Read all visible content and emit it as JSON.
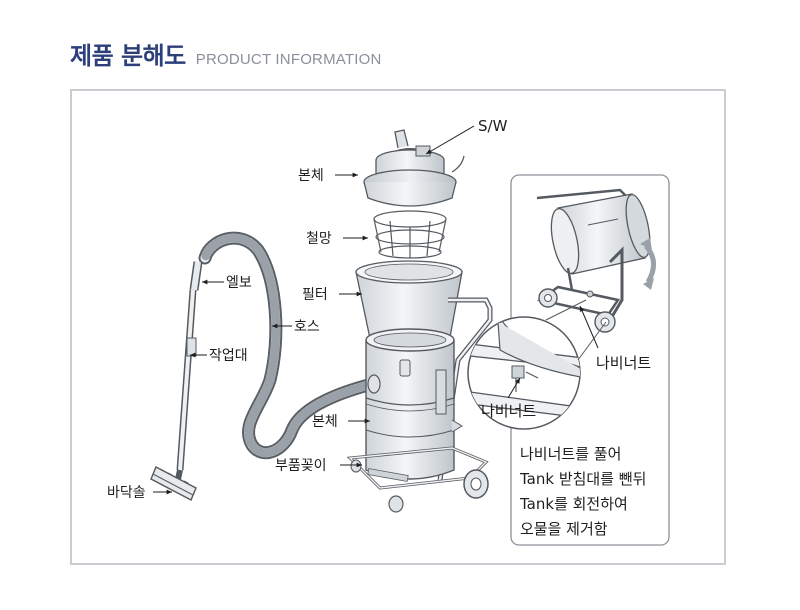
{
  "header": {
    "title": "제품 분해도",
    "subtitle": "PRODUCT INFORMATION"
  },
  "labels": {
    "switch": "S/W",
    "body_top": "본체",
    "mesh": "철망",
    "filter": "필터",
    "elbow": "엘보",
    "hose": "호스",
    "wand": "작업대",
    "body_lower": "본체",
    "accessory_holder": "부품꽂이",
    "floor_nozzle": "바닥솔",
    "wing_nut_main": "나비너트",
    "wing_nut_detail": "나비너트"
  },
  "note": {
    "lines": [
      "나비너트를 풀어",
      "Tank 받침대를 뺀뒤",
      "Tank를 회전하여",
      "오물을 제거함"
    ]
  },
  "colors": {
    "title": "#2c3f7a",
    "subtitle": "#8a8f99",
    "frame_border": "#c9ccd1",
    "line_art": "#555a60",
    "metal_fill": "#e4e7ea"
  }
}
